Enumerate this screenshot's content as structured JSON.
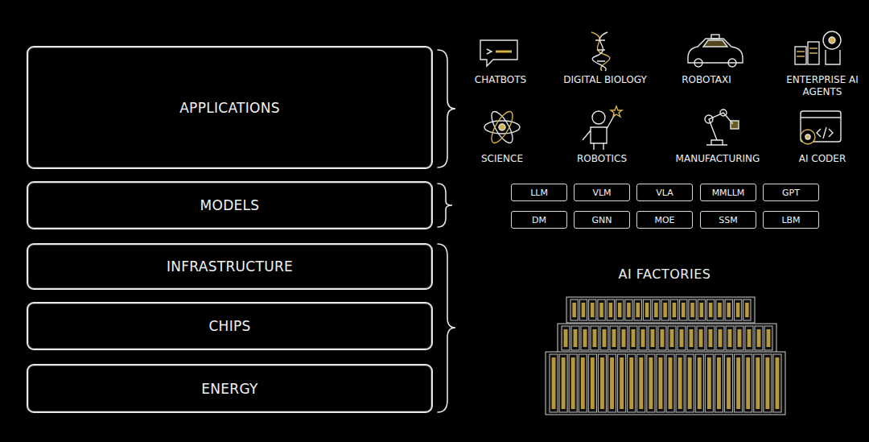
{
  "diagram": {
    "nodes": [
      {
        "text": [
          "APPLICATIONS"
        ]
      },
      {
        "text": [
          "MODELS"
        ]
      },
      {
        "text": [
          "INFRASTRUCTURE"
        ]
      },
      {
        "text": [
          "CHIPS"
        ]
      },
      {
        "text": [
          "ENERGY"
        ]
      },
      {
        "text": [
          "LLM"
        ]
      },
      {
        "text": [
          "VLM"
        ]
      },
      {
        "text": [
          "VLA"
        ]
      },
      {
        "text": [
          "MMLLM"
        ]
      },
      {
        "text": [
          "GPT"
        ]
      },
      {
        "text": [
          "DM"
        ]
      },
      {
        "text": [
          "GNN"
        ]
      },
      {
        "text": [
          "MOE"
        ]
      },
      {
        "text": [
          "SSM"
        ]
      },
      {
        "text": [
          "LBM"
        ]
      }
    ],
    "labels": [
      "CHATBOTS",
      "DIGITAL BIOLOGY",
      "ROBOTAXI",
      "ENTERPRISE AI AGENTS",
      "SCIENCE",
      "ROBOTICS",
      "MANUFACTURING",
      "AI CODER",
      "AI FACTORIES"
    ]
  }
}
